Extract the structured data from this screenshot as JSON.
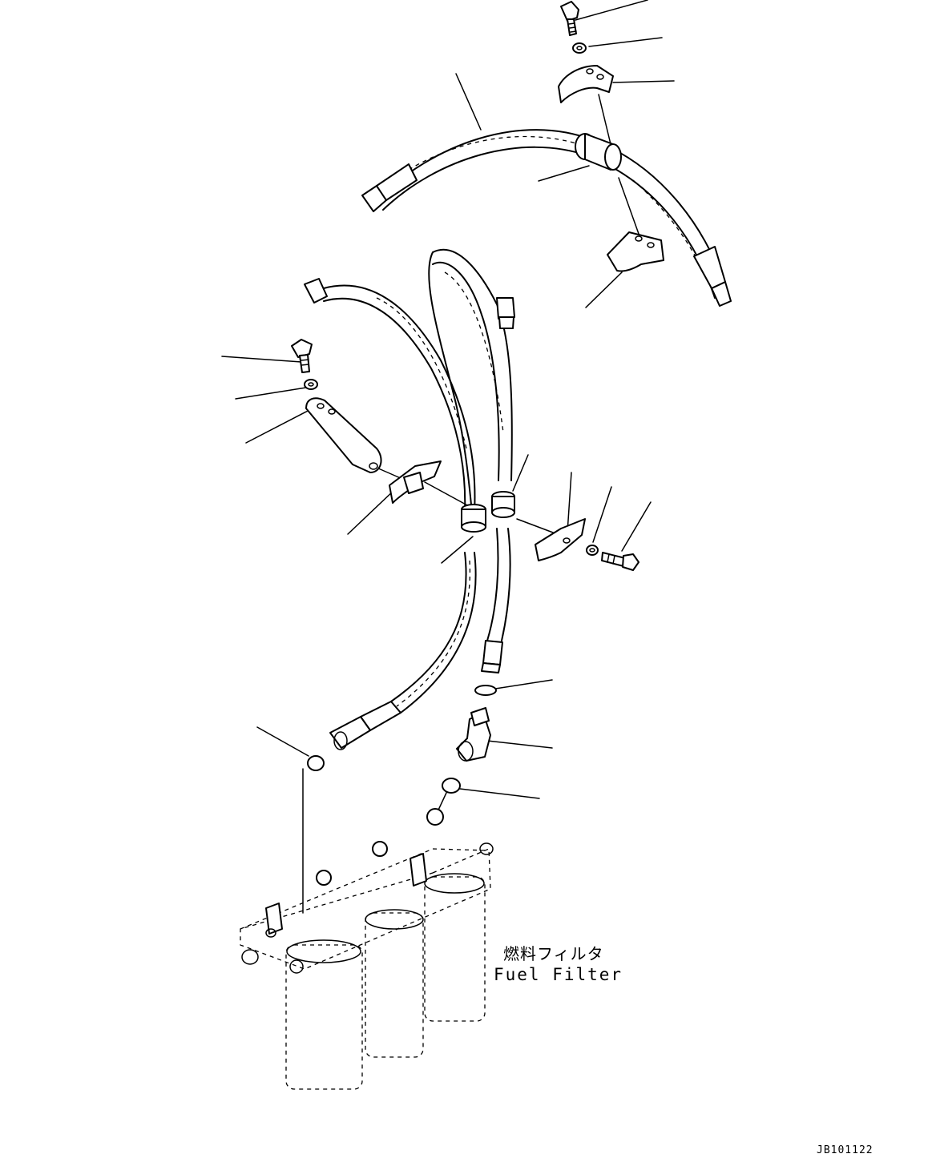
{
  "drawing": {
    "component_label_jp": "燃料フィルタ",
    "component_label_en": "Fuel Filter",
    "drawing_code": "JB101122"
  },
  "icons": {
    "bolt": "bolt-icon",
    "washer": "washer-icon",
    "clamp": "clamp-icon",
    "hose": "hose-icon",
    "elbow": "elbow-fitting-icon",
    "o_ring": "o-ring-icon",
    "filter": "fuel-filter-icon"
  },
  "colors": {
    "line": "#000000",
    "background": "#ffffff"
  }
}
